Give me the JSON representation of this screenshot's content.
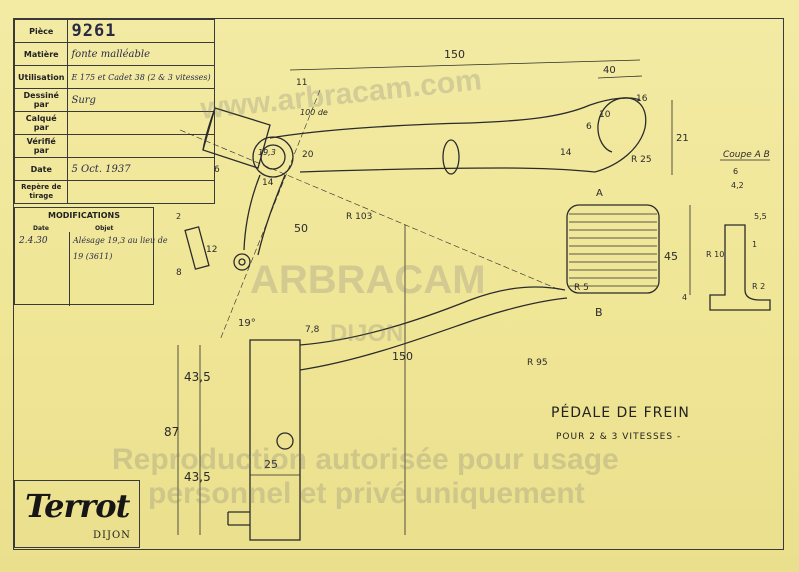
{
  "title_block": {
    "piece_label": "Pièce",
    "piece_value": "9261",
    "matiere_label": "Matière",
    "matiere_value": "fonte malléable",
    "utilisation_label": "Utilisation",
    "utilisation_value": "E 175 et Cadet 38 (2 & 3 vitesses)",
    "dessine_label": "Dessiné par",
    "dessine_value": "Surg",
    "calque_label": "Calqué par",
    "calque_value": "",
    "verifie_label": "Vérifié par",
    "verifie_value": "",
    "date_label": "Date",
    "date_value": "5 Oct. 1937",
    "repere_label": "Repère de tirage",
    "repere_value": ""
  },
  "modifications": {
    "title": "MODIFICATIONS",
    "date_header": "Date",
    "objet_header": "Objet",
    "entry_date": "2.4.30",
    "entry_objet_line1": "Alésage 19,3 au lieu de",
    "entry_objet_line2": "19 (3611)",
    "entry_objet_note": "(3611)"
  },
  "logo": {
    "word": "Terrot",
    "city": "DIJON"
  },
  "drawing_title": {
    "line1": "PÉDALE DE FREIN",
    "line2": "POUR 2 & 3 VITESSES -"
  },
  "watermarks": {
    "top": "www.arbracam.com",
    "mid": "ARBRACAM",
    "city": "DIJON",
    "repro1": "Reproduction autorisée pour usage",
    "repro2": "personnel et privé uniquement"
  },
  "dimensions": {
    "d150_top": "150",
    "d40": "40",
    "d11": "11",
    "d100": "100 de",
    "d16": "16",
    "d21": "21",
    "d20": "20",
    "d14a": "14",
    "d14b": "14",
    "d6a": "6",
    "d6b": "6",
    "d10": "10",
    "d50": "50",
    "r103": "R 103",
    "r25": "R 25",
    "r15": "R 5",
    "d45": "45",
    "a": "A",
    "b": "B",
    "r10": "R 10",
    "r2": "R 2",
    "d12": "12",
    "d2": "2",
    "d8": "8",
    "d19": "19°",
    "d78": "7,8",
    "d150_v": "150",
    "r95": "R 95",
    "d435a": "43,5",
    "d87": "87",
    "d435b": "43,5",
    "d25": "25",
    "coupe": "Coupe A B",
    "c6": "6",
    "c42": "4,2",
    "c55": "5,5",
    "c1": "1",
    "c4": "4",
    "d19c": "19,3"
  },
  "colors": {
    "paper": "#f0e79a",
    "ink": "#2b2b2b",
    "pencil": "#3a3a55"
  }
}
